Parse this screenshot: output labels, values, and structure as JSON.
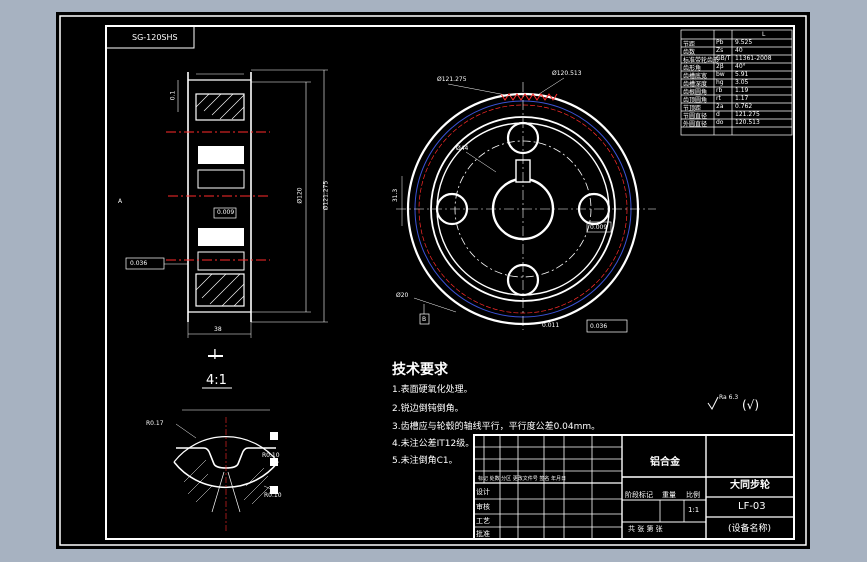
{
  "drawing_number_box": "SG-120SHS",
  "section_label": "I",
  "section_scale": "4:1",
  "tech_requirements": {
    "title": "技术要求",
    "items": [
      "1.表面硬氧化处理。",
      "2.锐边倒钝倒角。",
      "3.齿槽应与轮毂的轴线平行，平行度公差0.04mm。",
      "4.未注公差IT12级。",
      "5.未注倒角C1。"
    ]
  },
  "parameter_table": {
    "header": [
      "",
      "",
      "L"
    ],
    "rows": [
      [
        "节距",
        "Pb",
        "9.525"
      ],
      [
        "齿数",
        "Zs",
        "40"
      ],
      [
        "标准带轮齿形",
        "GB/T",
        "11361-2008"
      ],
      [
        "齿形角",
        "2β",
        "40°"
      ],
      [
        "齿槽底宽",
        "bw",
        "5.91"
      ],
      [
        "齿槽深度",
        "hg",
        "3.05"
      ],
      [
        "齿根圆角",
        "rb",
        "1.19"
      ],
      [
        "齿顶圆角",
        "rt",
        "1.17"
      ],
      [
        "节顶距",
        "2a",
        "0.762"
      ],
      [
        "节圆直径",
        "d",
        "121.275"
      ],
      [
        "外圆直径",
        "do",
        "120.513"
      ]
    ]
  },
  "dimensions": {
    "outer_dia": "Ø121.275",
    "pitch_dia": "Ø120.513",
    "center_dia": "Ø44",
    "datum_dia": "Ø20",
    "vertical_height": "31.3",
    "tol_1": "0.036",
    "tol_2": "0.036",
    "runout": "0.011",
    "flatness": "0.009",
    "datum_a": "A",
    "datum_b": "B",
    "left_tol": "0.1",
    "width_dim": "38",
    "height_dim": "Ø120",
    "tooth_height": "R0.10",
    "tooth_tip": "R0.17",
    "tooth_bottom": "R0.10"
  },
  "surface_finish": {
    "value": "Ra 6.3",
    "note": "(√)"
  },
  "title_block": {
    "material": "铝合金",
    "part_name": "大同步轮",
    "drawing_no": "LF-03",
    "scale_label": "比例",
    "scale": "1:1",
    "weight_label": "重量",
    "stage_label": "阶段标记",
    "sheets_label": "共 张 第 张",
    "company": "(设备名称)",
    "rows": [
      "设计",
      "审核",
      "工艺",
      "批准"
    ],
    "mark_row": "标记 处数 分区 更改文件号 签名 年月日"
  }
}
